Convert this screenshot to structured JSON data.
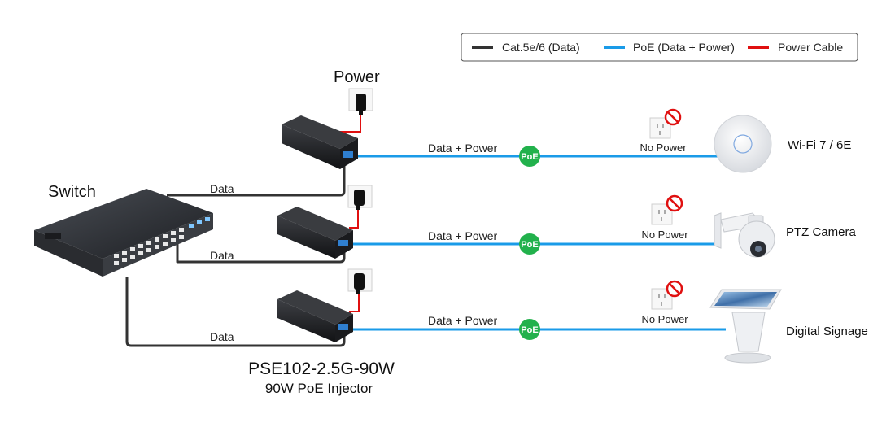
{
  "legend": {
    "items": [
      {
        "label": "Cat.5e/6 (Data)",
        "color": "#333333"
      },
      {
        "label": "PoE (Data + Power)",
        "color": "#1a9be8"
      },
      {
        "label": "Power Cable",
        "color": "#e01010"
      }
    ]
  },
  "colors": {
    "data_cable": "#333333",
    "poe_cable": "#1a9be8",
    "power_cable": "#e01010",
    "poe_badge": "#22b14c",
    "forbidden": "#e01010"
  },
  "labels": {
    "switch": "Switch",
    "power": "Power",
    "product_name": "PSE102-2.5G-90W",
    "product_desc": "90W PoE Injector",
    "badge": "PoE"
  },
  "rows": [
    {
      "data_label": "Data",
      "poe_label": "Data + Power",
      "no_power_label": "No Power",
      "device": "Wi-Fi 7 / 6E"
    },
    {
      "data_label": "Data",
      "poe_label": "Data + Power",
      "no_power_label": "No Power",
      "device": "PTZ Camera"
    },
    {
      "data_label": "Data",
      "poe_label": "Data + Power",
      "no_power_label": "No Power",
      "device": "Digital Signage"
    }
  ]
}
